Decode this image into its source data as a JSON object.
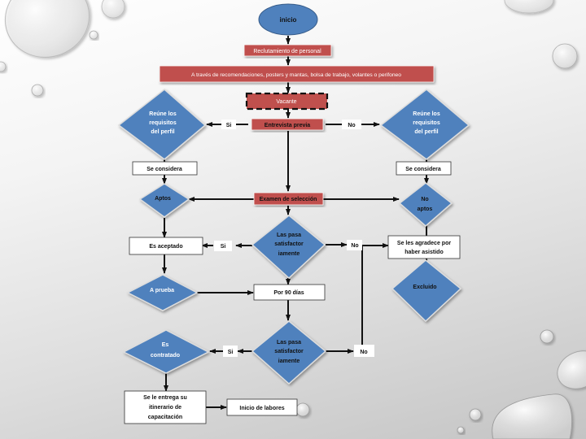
{
  "diagram": {
    "title": "Flowchart: proceso de reclutamiento y selección de personal",
    "colors": {
      "process_red": "#c0504d",
      "decision_blue": "#4f81bd",
      "box_white": "#ffffff",
      "line": "#111111"
    },
    "nodes": {
      "inicio": "inicio",
      "reclutamiento": "Reclutamiento de personal",
      "medios": "A través de recomendaciones, posters y mantas, bolsa de trabajo, volantes o perifoneo",
      "vacante": "Vacante",
      "entrevista": "Entrevista previa",
      "reune_left": [
        "Reúne los",
        "requisitos",
        "del perfil"
      ],
      "reune_right": [
        "Reúne los",
        "requisitos",
        "del perfil"
      ],
      "considera_left": "Se considera",
      "considera_right": "Se considera",
      "examen": "Examen de selección",
      "aptos": "Aptos",
      "no_aptos": [
        "No",
        "aptos"
      ],
      "pasa_1": [
        "Las pasa",
        "satisfactor",
        "iamente"
      ],
      "aceptado": "Es aceptado",
      "agradece": [
        "Se les agradece por",
        "haber asistido"
      ],
      "excluido": "Excluido",
      "prueba": "A prueba",
      "por_90": "Por 90 días",
      "pasa_2": [
        "Las pasa",
        "satisfactor",
        "iamente"
      ],
      "contratado": [
        "Es",
        "contratado"
      ],
      "itinerario": [
        "Se le entrega su",
        "itinerario de",
        "capacitación"
      ],
      "inicio_labores": "Inicio de labores"
    },
    "edge_labels": {
      "entrevista_si": "Si",
      "entrevista_no": "No",
      "pasa1_si": "Si",
      "pasa1_no": "No",
      "pasa2_si": "Si",
      "pasa2_no": "No"
    }
  }
}
